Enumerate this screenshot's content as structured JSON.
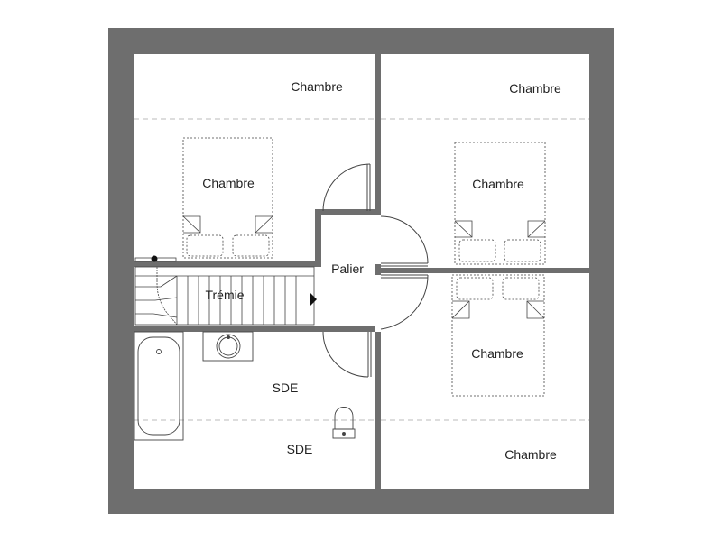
{
  "plan": {
    "rooms": {
      "chambre_1_top": "Chambre",
      "chambre_2_top": "Chambre",
      "chambre_1_bed": "Chambre",
      "chambre_2_bed": "Chambre",
      "chambre_3_bed": "Chambre",
      "chambre_3_bottom": "Chambre",
      "palier": "Palier",
      "tremie": "Trémie",
      "sde_upper": "SDE",
      "sde_lower": "SDE"
    },
    "colors": {
      "wall": "#6e6e6e",
      "floor": "#ffffff",
      "line": "#444444",
      "dash": "#bbbbbb"
    }
  }
}
